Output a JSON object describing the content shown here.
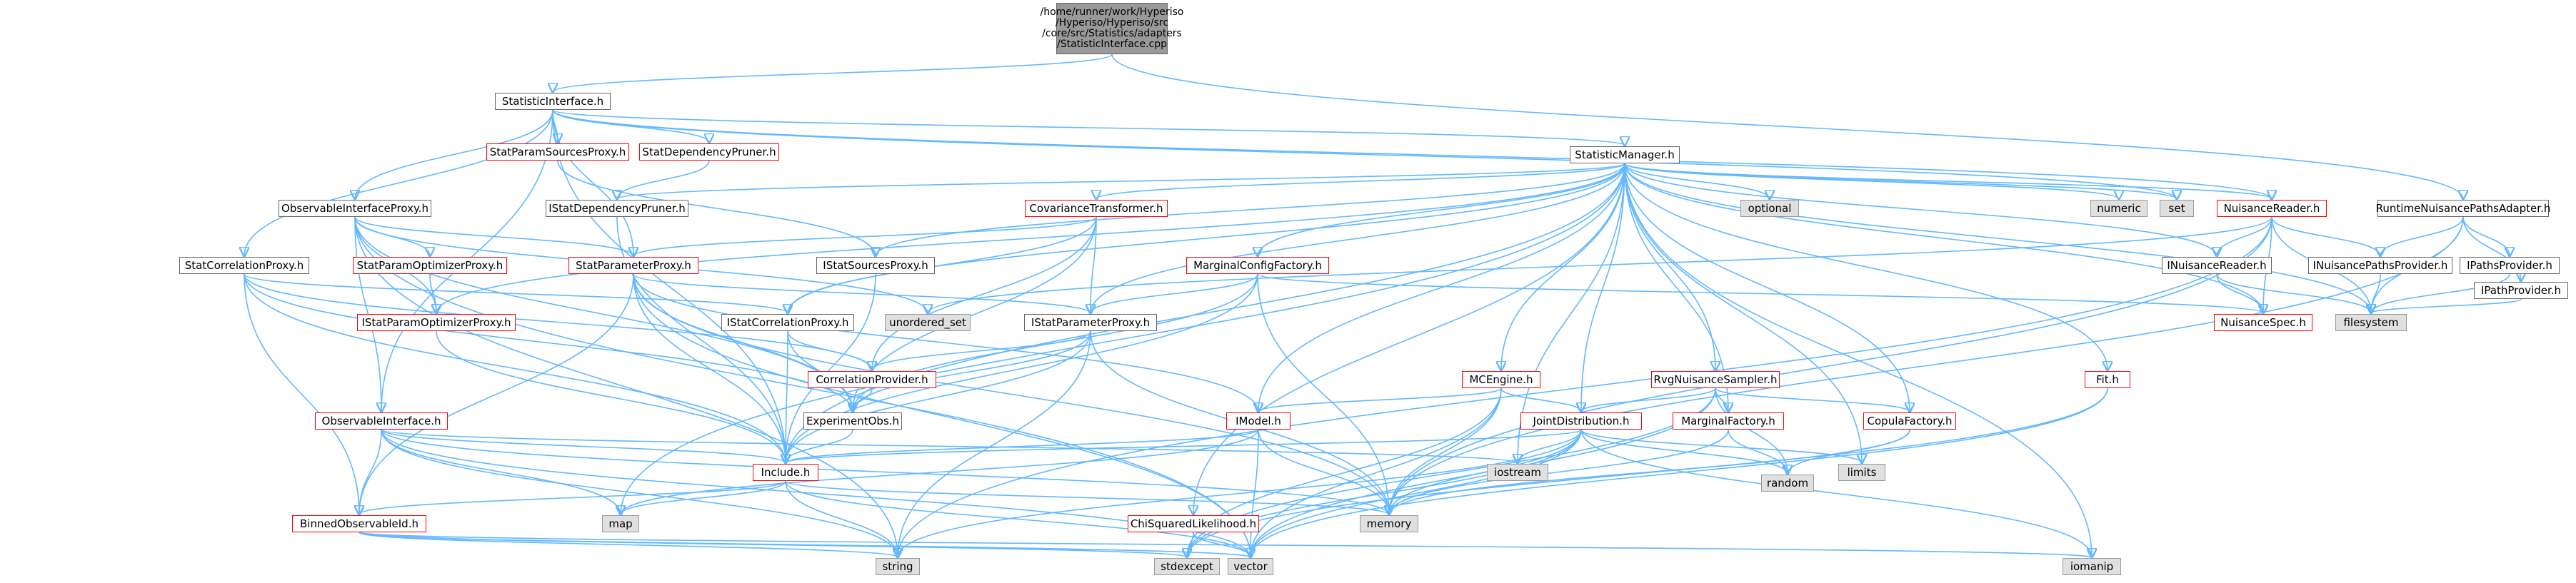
{
  "colors": {
    "edge": "#63b8ff",
    "node_border": "#666666",
    "undocumented_border": "#ff0000",
    "system_fill": "#e0e0e0",
    "root_fill": "#999999"
  },
  "nodes": {
    "root": {
      "lines": [
        "/home/runner/work/Hyperiso",
        "/Hyperiso/Hyperiso/src",
        "/core/src/Statistics/adapters",
        "/StatisticInterface.cpp"
      ]
    },
    "statisticinterface_h": {
      "label": "StatisticInterface.h"
    },
    "observableinterfaceproxy_h": {
      "label": "ObservableInterfaceProxy.h"
    },
    "statcorrelationproxy_h": {
      "label": "StatCorrelationProxy.h"
    },
    "statparamsourcesproxy_h": {
      "label": "StatParamSourcesProxy.h"
    },
    "statdependencypruner_h": {
      "label": "StatDependencyPruner.h"
    },
    "istatdependencypruner_h": {
      "label": "IStatDependencyPruner.h"
    },
    "statparamoptimizerproxy_h": {
      "label": "StatParamOptimizerProxy.h"
    },
    "istatparamoptimizerproxy_h": {
      "label": "IStatParamOptimizerProxy.h"
    },
    "statparameterproxy_h": {
      "label": "StatParameterProxy.h"
    },
    "istatsourcesproxy_h": {
      "label": "IStatSourcesProxy.h"
    },
    "istatcorrelationproxy_h": {
      "label": "IStatCorrelationProxy.h"
    },
    "istatparameterproxy_h": {
      "label": "IStatParameterProxy.h"
    },
    "statisticmanager_h": {
      "label": "StatisticManager.h"
    },
    "covariancetransformer_h": {
      "label": "CovarianceTransformer.h"
    },
    "marginalconfigfactory_h": {
      "label": "MarginalConfigFactory.h"
    },
    "correlationprovider_h": {
      "label": "CorrelationProvider.h"
    },
    "experimentobs_h": {
      "label": "ExperimentObs.h"
    },
    "observableinterface_h": {
      "label": "ObservableInterface.h"
    },
    "include_h": {
      "label": "Include.h"
    },
    "binnedobservableid_h": {
      "label": "BinnedObservableId.h"
    },
    "mcengine_h": {
      "label": "MCEngine.h"
    },
    "imodel_h": {
      "label": "IModel.h"
    },
    "chisquaredlikelihood_h": {
      "label": "ChiSquaredLikelihood.h"
    },
    "jointdistribution_h": {
      "label": "JointDistribution.h"
    },
    "rvgnuisancesampler_h": {
      "label": "RvgNuisanceSampler.h"
    },
    "marginalfactory_h": {
      "label": "MarginalFactory.h"
    },
    "copulafactory_h": {
      "label": "CopulaFactory.h"
    },
    "nuisancereader_h": {
      "label": "NuisanceReader.h"
    },
    "inuisancereader_h": {
      "label": "INuisanceReader.h"
    },
    "nuisancespec_h": {
      "label": "NuisanceSpec.h"
    },
    "fit_h": {
      "label": "Fit.h"
    },
    "runtimenuisancepathsadapter_h": {
      "label": "RuntimeNuisancePathsAdapter.h"
    },
    "inuisancepathsprovider_h": {
      "label": "INuisancePathsProvider.h"
    },
    "ipathsprovider_h": {
      "label": "IPathsProvider.h"
    },
    "ipathprovider_h": {
      "label": "IPathProvider.h"
    },
    "filesystem": {
      "label": "filesystem"
    },
    "optional": {
      "label": "optional"
    },
    "numeric": {
      "label": "numeric"
    },
    "set": {
      "label": "set"
    },
    "unordered_set": {
      "label": "unordered_set"
    },
    "iostream": {
      "label": "iostream"
    },
    "random": {
      "label": "random"
    },
    "limits": {
      "label": "limits"
    },
    "map": {
      "label": "map"
    },
    "memory": {
      "label": "memory"
    },
    "string": {
      "label": "string"
    },
    "stdexcept": {
      "label": "stdexcept"
    },
    "vector": {
      "label": "vector"
    },
    "iomanip": {
      "label": "iomanip"
    }
  },
  "edges": [
    [
      "root",
      "statisticinterface_h"
    ],
    [
      "root",
      "runtimenuisancepathsadapter_h"
    ],
    [
      "statisticinterface_h",
      "observableinterfaceproxy_h"
    ],
    [
      "statisticinterface_h",
      "statcorrelationproxy_h"
    ],
    [
      "statisticinterface_h",
      "statparamsourcesproxy_h"
    ],
    [
      "statisticinterface_h",
      "statdependencypruner_h"
    ],
    [
      "statisticinterface_h",
      "statisticmanager_h"
    ],
    [
      "statisticinterface_h",
      "statparameterproxy_h"
    ],
    [
      "statisticinterface_h",
      "observableinterface_h"
    ],
    [
      "statisticinterface_h",
      "include_h"
    ],
    [
      "statisticinterface_h",
      "set"
    ],
    [
      "statisticinterface_h",
      "nuisancereader_h"
    ],
    [
      "statparamsourcesproxy_h",
      "istatsourcesproxy_h"
    ],
    [
      "statdependencypruner_h",
      "istatdependencypruner_h"
    ],
    [
      "istatdependencypruner_h",
      "include_h"
    ],
    [
      "observableinterfaceproxy_h",
      "statparamoptimizerproxy_h"
    ],
    [
      "observableinterfaceproxy_h",
      "istatparamoptimizerproxy_h"
    ],
    [
      "observableinterfaceproxy_h",
      "statparameterproxy_h"
    ],
    [
      "observableinterfaceproxy_h",
      "observableinterface_h"
    ],
    [
      "observableinterfaceproxy_h",
      "experimentobs_h"
    ],
    [
      "observableinterfaceproxy_h",
      "unordered_set"
    ],
    [
      "observableinterfaceproxy_h",
      "vector"
    ],
    [
      "observableinterfaceproxy_h",
      "string"
    ],
    [
      "statcorrelationproxy_h",
      "istatcorrelationproxy_h"
    ],
    [
      "statcorrelationproxy_h",
      "correlationprovider_h"
    ],
    [
      "statcorrelationproxy_h",
      "experimentobs_h"
    ],
    [
      "statcorrelationproxy_h",
      "include_h"
    ],
    [
      "statcorrelationproxy_h",
      "binnedobservableid_h"
    ],
    [
      "statparamoptimizerproxy_h",
      "istatparamoptimizerproxy_h"
    ],
    [
      "istatparamoptimizerproxy_h",
      "include_h"
    ],
    [
      "statparameterproxy_h",
      "istatparameterproxy_h"
    ],
    [
      "statparameterproxy_h",
      "experimentobs_h"
    ],
    [
      "statparameterproxy_h",
      "include_h"
    ],
    [
      "statparameterproxy_h",
      "imodel_h"
    ],
    [
      "statparameterproxy_h",
      "binnedobservableid_h"
    ],
    [
      "statparameterproxy_h",
      "memory"
    ],
    [
      "statparameterproxy_h",
      "vector"
    ],
    [
      "istatsourcesproxy_h",
      "include_h"
    ],
    [
      "istatcorrelationproxy_h",
      "correlationprovider_h"
    ],
    [
      "istatcorrelationproxy_h",
      "experimentobs_h"
    ],
    [
      "istatcorrelationproxy_h",
      "include_h"
    ],
    [
      "istatparameterproxy_h",
      "correlationprovider_h"
    ],
    [
      "istatparameterproxy_h",
      "experimentobs_h"
    ],
    [
      "istatparameterproxy_h",
      "include_h"
    ],
    [
      "istatparameterproxy_h",
      "memory"
    ],
    [
      "istatparameterproxy_h",
      "string"
    ],
    [
      "correlationprovider_h",
      "experimentobs_h"
    ],
    [
      "experimentobs_h",
      "include_h"
    ],
    [
      "observableinterface_h",
      "include_h"
    ],
    [
      "observableinterface_h",
      "binnedobservableid_h"
    ],
    [
      "observableinterface_h",
      "map"
    ],
    [
      "observableinterface_h",
      "iostream"
    ],
    [
      "observableinterface_h",
      "memory"
    ],
    [
      "observableinterface_h",
      "vector"
    ],
    [
      "observableinterface_h",
      "string"
    ],
    [
      "include_h",
      "binnedobservableid_h"
    ],
    [
      "include_h",
      "map"
    ],
    [
      "include_h",
      "memory"
    ],
    [
      "include_h",
      "string"
    ],
    [
      "include_h",
      "vector"
    ],
    [
      "binnedobservableid_h",
      "string"
    ],
    [
      "binnedobservableid_h",
      "stdexcept"
    ],
    [
      "binnedobservableid_h",
      "vector"
    ],
    [
      "binnedobservableid_h",
      "iomanip"
    ],
    [
      "statisticmanager_h",
      "istatdependencypruner_h"
    ],
    [
      "statisticmanager_h",
      "istatsourcesproxy_h"
    ],
    [
      "statisticmanager_h",
      "istatcorrelationproxy_h"
    ],
    [
      "statisticmanager_h",
      "istatparameterproxy_h"
    ],
    [
      "statisticmanager_h",
      "istatparamoptimizerproxy_h"
    ],
    [
      "statisticmanager_h",
      "covariancetransformer_h"
    ],
    [
      "statisticmanager_h",
      "marginalconfigfactory_h"
    ],
    [
      "statisticmanager_h",
      "mcengine_h"
    ],
    [
      "statisticmanager_h",
      "imodel_h"
    ],
    [
      "statisticmanager_h",
      "chisquaredlikelihood_h"
    ],
    [
      "statisticmanager_h",
      "jointdistribution_h"
    ],
    [
      "statisticmanager_h",
      "rvgnuisancesampler_h"
    ],
    [
      "statisticmanager_h",
      "marginalfactory_h"
    ],
    [
      "statisticmanager_h",
      "copulafactory_h"
    ],
    [
      "statisticmanager_h",
      "nuisancereader_h"
    ],
    [
      "statisticmanager_h",
      "inuisancereader_h"
    ],
    [
      "statisticmanager_h",
      "nuisancespec_h"
    ],
    [
      "statisticmanager_h",
      "fit_h"
    ],
    [
      "statisticmanager_h",
      "optional"
    ],
    [
      "statisticmanager_h",
      "numeric"
    ],
    [
      "statisticmanager_h",
      "set"
    ],
    [
      "statisticmanager_h",
      "filesystem"
    ],
    [
      "statisticmanager_h",
      "iostream"
    ],
    [
      "statisticmanager_h",
      "limits"
    ],
    [
      "statisticmanager_h",
      "map"
    ],
    [
      "statisticmanager_h",
      "include_h"
    ],
    [
      "statisticmanager_h",
      "iomanip"
    ],
    [
      "covariancetransformer_h",
      "istatparameterproxy_h"
    ],
    [
      "covariancetransformer_h",
      "statparameterproxy_h"
    ],
    [
      "covariancetransformer_h",
      "istatcorrelationproxy_h"
    ],
    [
      "covariancetransformer_h",
      "correlationprovider_h"
    ],
    [
      "covariancetransformer_h",
      "experimentobs_h"
    ],
    [
      "marginalconfigfactory_h",
      "istatparameterproxy_h"
    ],
    [
      "marginalconfigfactory_h",
      "nuisancespec_h"
    ],
    [
      "marginalconfigfactory_h",
      "experimentobs_h"
    ],
    [
      "marginalconfigfactory_h",
      "include_h"
    ],
    [
      "marginalconfigfactory_h",
      "memory"
    ],
    [
      "mcengine_h",
      "imodel_h"
    ],
    [
      "mcengine_h",
      "jointdistribution_h"
    ],
    [
      "mcengine_h",
      "memory"
    ],
    [
      "mcengine_h",
      "vector"
    ],
    [
      "mcengine_h",
      "stdexcept"
    ],
    [
      "imodel_h",
      "include_h"
    ],
    [
      "imodel_h",
      "map"
    ],
    [
      "imodel_h",
      "memory"
    ],
    [
      "imodel_h",
      "vector"
    ],
    [
      "chisquaredlikelihood_h",
      "stdexcept"
    ],
    [
      "chisquaredlikelihood_h",
      "vector"
    ],
    [
      "jointdistribution_h",
      "include_h"
    ],
    [
      "jointdistribution_h",
      "iostream"
    ],
    [
      "jointdistribution_h",
      "random"
    ],
    [
      "jointdistribution_h",
      "memory"
    ],
    [
      "jointdistribution_h",
      "string"
    ],
    [
      "jointdistribution_h",
      "stdexcept"
    ],
    [
      "jointdistribution_h",
      "vector"
    ],
    [
      "jointdistribution_h",
      "limits"
    ],
    [
      "jointdistribution_h",
      "iomanip"
    ],
    [
      "rvgnuisancesampler_h",
      "jointdistribution_h"
    ],
    [
      "rvgnuisancesampler_h",
      "marginalfactory_h"
    ],
    [
      "rvgnuisancesampler_h",
      "copulafactory_h"
    ],
    [
      "rvgnuisancesampler_h",
      "random"
    ],
    [
      "rvgnuisancesampler_h",
      "stdexcept"
    ],
    [
      "rvgnuisancesampler_h",
      "vector"
    ],
    [
      "marginalfactory_h",
      "random"
    ],
    [
      "marginalfactory_h",
      "memory"
    ],
    [
      "copulafactory_h",
      "random"
    ],
    [
      "copulafactory_h",
      "memory"
    ],
    [
      "nuisancereader_h",
      "inuisancereader_h"
    ],
    [
      "nuisancereader_h",
      "nuisancespec_h"
    ],
    [
      "nuisancereader_h",
      "filesystem"
    ],
    [
      "nuisancereader_h",
      "inuisancepathsprovider_h"
    ],
    [
      "nuisancereader_h",
      "unordered_set"
    ],
    [
      "nuisancereader_h",
      "string"
    ],
    [
      "nuisancereader_h",
      "memory"
    ],
    [
      "inuisancereader_h",
      "nuisancespec_h"
    ],
    [
      "inuisancereader_h",
      "filesystem"
    ],
    [
      "fit_h",
      "vector"
    ],
    [
      "fit_h",
      "stdexcept"
    ],
    [
      "runtimenuisancepathsadapter_h",
      "inuisancepathsprovider_h"
    ],
    [
      "runtimenuisancepathsadapter_h",
      "ipathsprovider_h"
    ],
    [
      "runtimenuisancepathsadapter_h",
      "ipathprovider_h"
    ],
    [
      "runtimenuisancepathsadapter_h",
      "filesystem"
    ],
    [
      "runtimenuisancepathsadapter_h",
      "memory"
    ],
    [
      "inuisancepathsprovider_h",
      "filesystem"
    ],
    [
      "ipathsprovider_h",
      "filesystem"
    ],
    [
      "ipathprovider_h",
      "filesystem"
    ]
  ]
}
